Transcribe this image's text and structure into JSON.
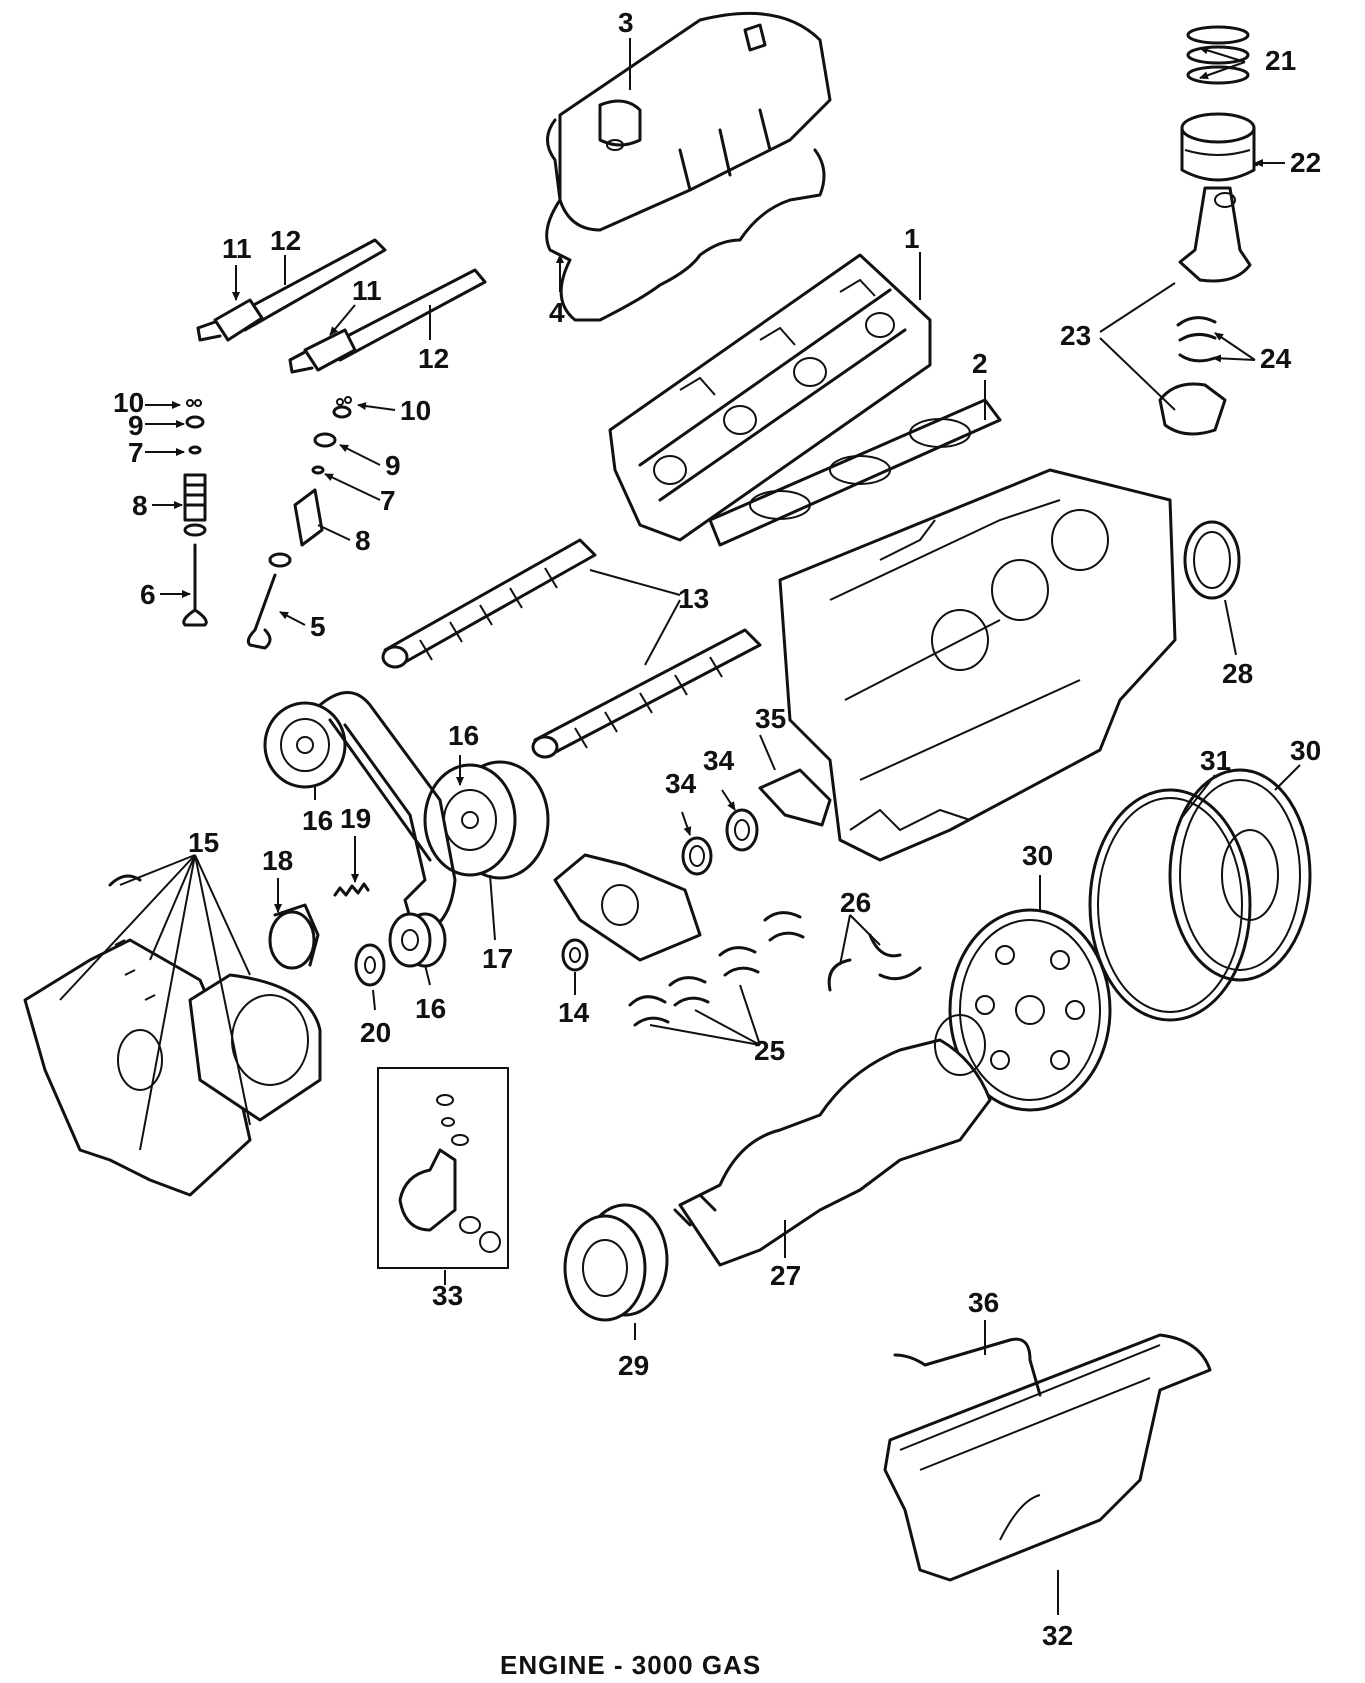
{
  "caption": "ENGINE - 3000 GAS",
  "callouts": {
    "c1": "1",
    "c2": "2",
    "c3": "3",
    "c4": "4",
    "c5": "5",
    "c6": "6",
    "c7a": "7",
    "c7b": "7",
    "c8a": "8",
    "c8b": "8",
    "c9a": "9",
    "c9b": "9",
    "c10a": "10",
    "c10b": "10",
    "c11a": "11",
    "c11b": "11",
    "c12a": "12",
    "c12b": "12",
    "c13": "13",
    "c14": "14",
    "c15": "15",
    "c16a": "16",
    "c16b": "16",
    "c16c": "16",
    "c17": "17",
    "c18": "18",
    "c19": "19",
    "c20": "20",
    "c21": "21",
    "c22": "22",
    "c23": "23",
    "c24": "24",
    "c25": "25",
    "c26": "26",
    "c27": "27",
    "c28": "28",
    "c29": "29",
    "c30a": "30",
    "c30b": "30",
    "c31": "31",
    "c32": "32",
    "c33": "33",
    "c34a": "34",
    "c34b": "34",
    "c35": "35",
    "c36": "36"
  }
}
